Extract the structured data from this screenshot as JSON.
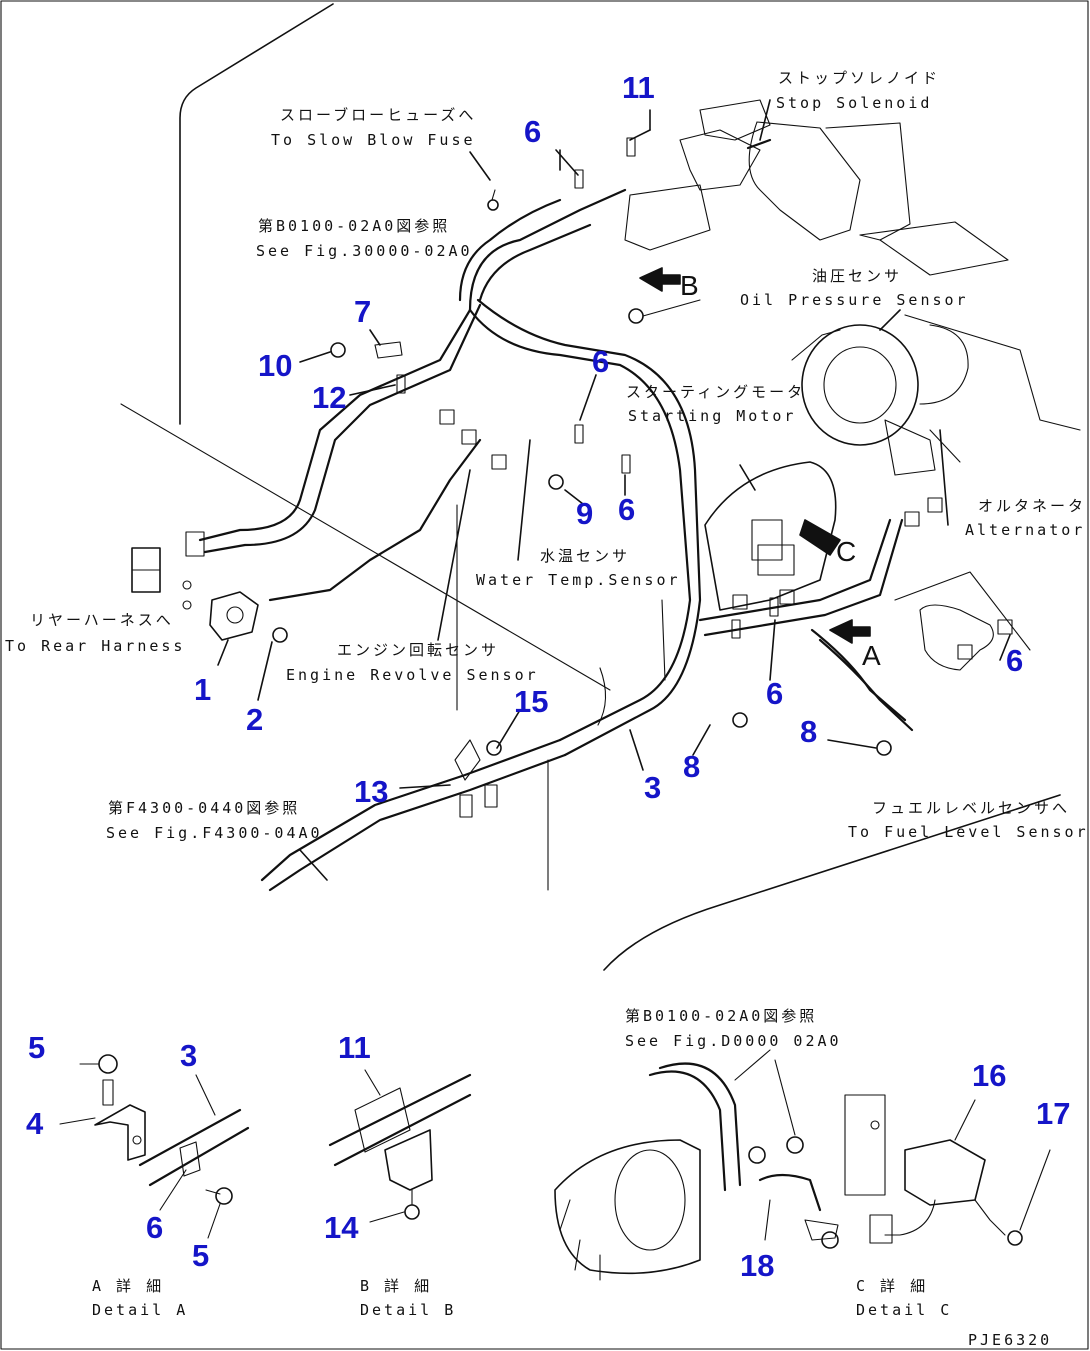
{
  "labels": {
    "stop_solenoid_jp": "ストップソレノイド",
    "stop_solenoid_en": "Stop Solenoid",
    "slow_blow_fuse_jp": "スローブローヒューズへ",
    "slow_blow_fuse_en": "To Slow Blow Fuse",
    "see_fig_30000_jp": "第B0100-02A0図参照",
    "see_fig_30000_en": "See Fig.30000-02A0",
    "oil_pressure_jp": "油圧センサ",
    "oil_pressure_en": "Oil Pressure Sensor",
    "starting_motor_jp": "スターティングモータ",
    "starting_motor_en": "Starting Motor",
    "alternator_jp": "オルタネータ",
    "alternator_en": "Alternator",
    "water_temp_jp": "水温センサ",
    "water_temp_en": "Water Temp.Sensor",
    "rear_harness_jp": "リヤーハーネスへ",
    "rear_harness_en": "To Rear Harness",
    "engine_revolve_jp": "エンジン回転センサ",
    "engine_revolve_en": "Engine Revolve Sensor",
    "see_fig_f4300_jp": "第F4300-0440図参照",
    "see_fig_f4300_en": "See Fig.F4300-04A0",
    "fuel_level_jp": "フュエルレベルセンサへ",
    "fuel_level_en": "To Fuel Level Sensor",
    "see_fig_d0000_jp": "第B0100-02A0図参照",
    "see_fig_d0000_en": "See Fig.D0000 02A0",
    "detail_a_jp": "A 詳 細",
    "detail_a_en": "Detail A",
    "detail_b_jp": "B 詳 細",
    "detail_b_en": "Detail B",
    "detail_c_jp": "C 詳 細",
    "detail_c_en": "Detail C",
    "drawing_code": "PJE6320"
  },
  "view_markers": {
    "a": "A",
    "b": "B",
    "c": "C"
  },
  "part_numbers": {
    "n1": "1",
    "n2": "2",
    "n3": "3",
    "n3_detail": "3",
    "n4": "4",
    "n5_top": "5",
    "n5_bottom": "5",
    "n6_top_left": "6",
    "n6_center": "6",
    "n6_mid": "6",
    "n6_right": "6",
    "n6_lower": "6",
    "n6_detail": "6",
    "n7": "7",
    "n8_left": "8",
    "n8_right": "8",
    "n9": "9",
    "n10": "10",
    "n11_top": "11",
    "n11_detail": "11",
    "n12": "12",
    "n13": "13",
    "n14": "14",
    "n15": "15",
    "n16": "16",
    "n17": "17",
    "n18": "18"
  },
  "colors": {
    "callout_number": "#1515c8",
    "line_art": "#111111"
  }
}
